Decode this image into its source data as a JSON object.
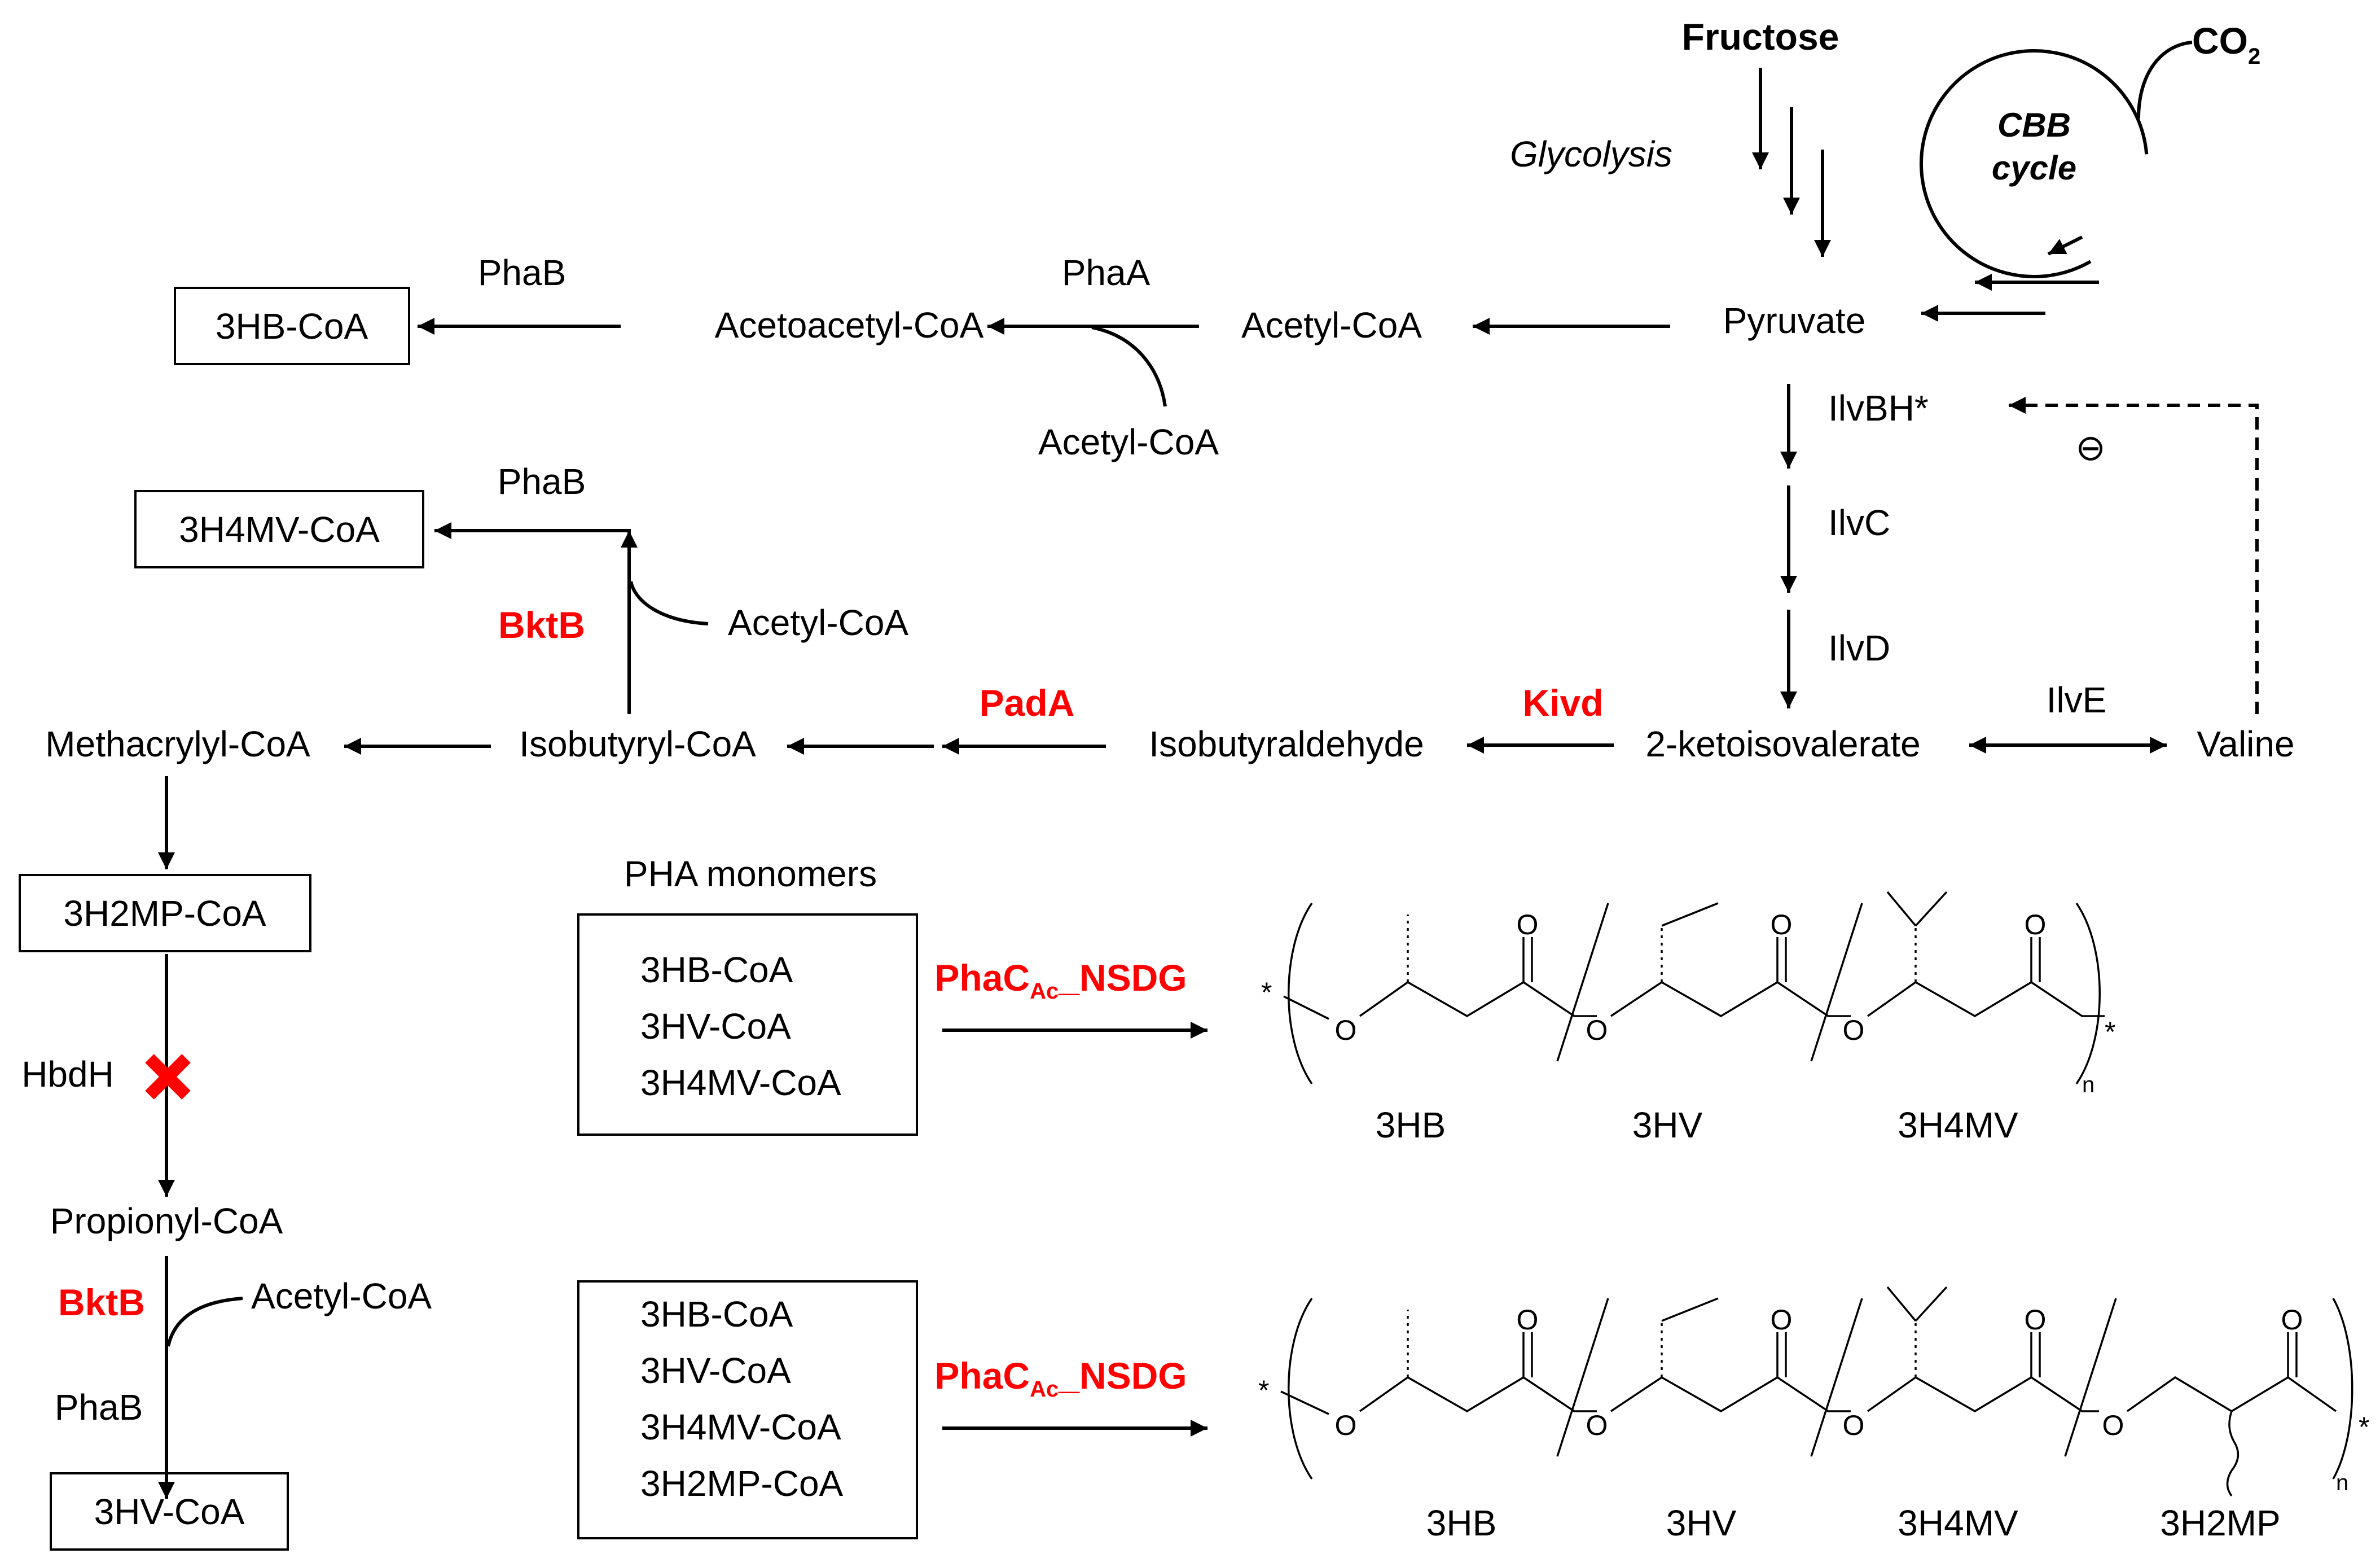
{
  "nodes": {
    "fructose": "Fructose",
    "co2": "CO",
    "co2_sub": "2",
    "cbb_line1": "CBB",
    "cbb_line2": "cycle",
    "glycolysis": "Glycolysis",
    "pyruvate": "Pyruvate",
    "acetyl_coa": "Acetyl-CoA",
    "acetoacetyl_coa": "Acetoacetyl-CoA",
    "hb_coa_box": "3HB-CoA",
    "acetyl_coa_side1": "Acetyl-CoA",
    "h4mv_coa_box": "3H4MV-CoA",
    "acetyl_coa_side2": "Acetyl-CoA",
    "isobutyryl_coa": "Isobutyryl-CoA",
    "isobutyraldehyde": "Isobutyraldehyde",
    "ketoisovalerate": "2-ketoisovalerate",
    "valine": "Valine",
    "methacrylyl_coa": "Methacrylyl-CoA",
    "h2mp_coa_box": "3H2MP-CoA",
    "propionyl_coa": "Propionyl-CoA",
    "acetyl_coa_side3": "Acetyl-CoA",
    "hv_coa_box": "3HV-CoA"
  },
  "enzymes": {
    "phab_1": "PhaB",
    "phaa": "PhaA",
    "phab_2": "PhaB",
    "bktb_1": "BktB",
    "padA": "PadA",
    "kivd": "Kivd",
    "ilvbh": "IlvBH*",
    "ilvc": "IlvC",
    "ilvd": "IlvD",
    "ilve": "IlvE",
    "hbdh": "HbdH",
    "bktb_2": "BktB",
    "phab_3": "PhaB",
    "inhibition": "⊖"
  },
  "pha": {
    "title": "PHA monomers",
    "box1": [
      "3HB-CoA",
      "3HV-CoA",
      "3H4MV-CoA"
    ],
    "box2": [
      "3HB-CoA",
      "3HV-CoA",
      "3H4MV-CoA",
      "3H2MP-CoA"
    ],
    "enzyme_main": "PhaC",
    "enzyme_sub": "Ac",
    "enzyme_suffix": "_NSDG",
    "polymer1_labels": [
      "3HB",
      "3HV",
      "3H4MV"
    ],
    "polymer2_labels": [
      "3HB",
      "3HV",
      "3H4MV",
      "3H2MP"
    ],
    "atom_o": "O",
    "atom_star": "*",
    "atom_n": "n"
  },
  "colors": {
    "highlight": "#ff0000",
    "ink": "#000000"
  }
}
